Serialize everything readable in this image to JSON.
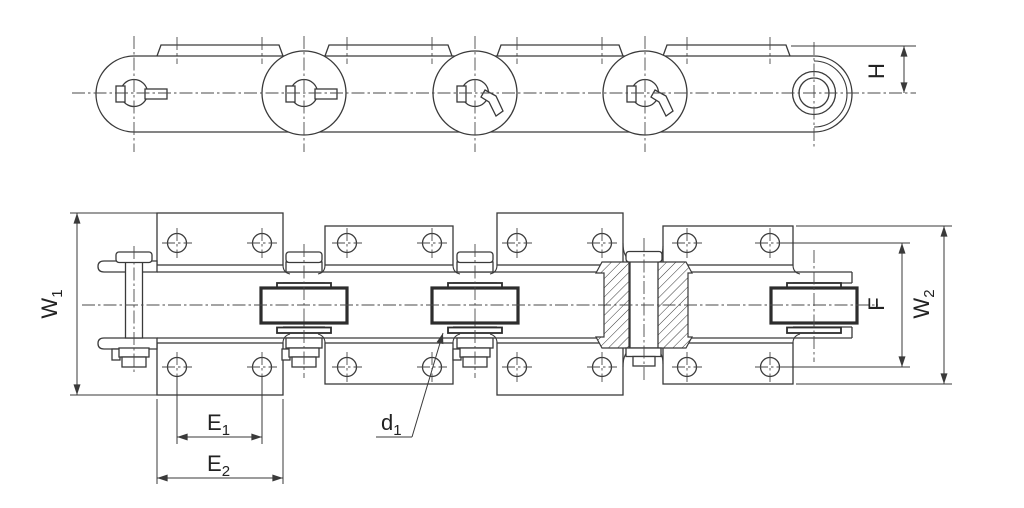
{
  "drawing": {
    "description": "roller chain with bent attachments, side view and plan view",
    "colors": {
      "line": "#3a3a3a",
      "background": "#ffffff"
    },
    "dimension_labels": {
      "h": {
        "main": "H",
        "sub": ""
      },
      "w1": {
        "main": "W",
        "sub": "1"
      },
      "w2": {
        "main": "W",
        "sub": "2"
      },
      "f": {
        "main": "F",
        "sub": ""
      },
      "e1": {
        "main": "E",
        "sub": "1"
      },
      "e2": {
        "main": "E",
        "sub": "2"
      },
      "d1": {
        "main": "d",
        "sub": "1"
      }
    }
  }
}
